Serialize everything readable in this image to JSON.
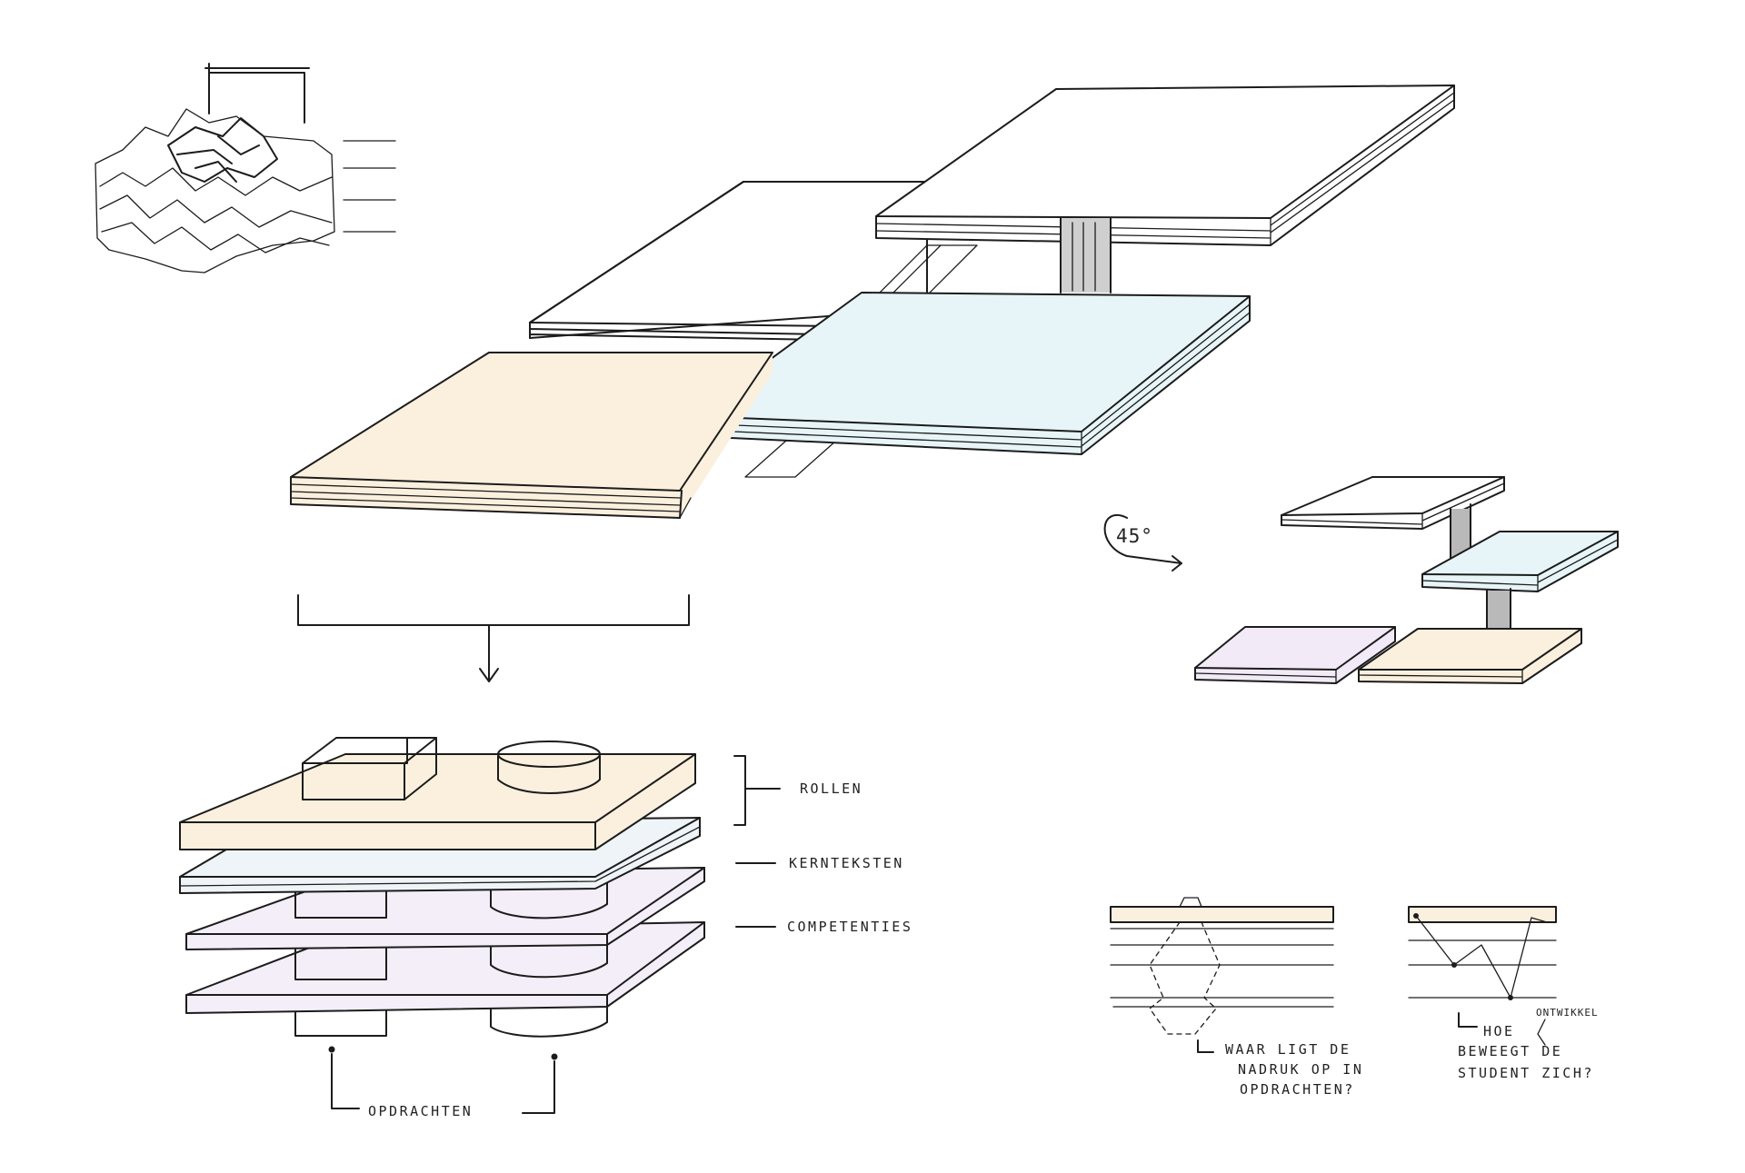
{
  "colors": {
    "ink": "#1c1c1c",
    "white_plate": "#ffffff",
    "peach_plate": "#fbf0de",
    "blue_plate": "#e7f5f8",
    "lilac_plate": "#f2eaf6",
    "pillar": "#c9c9c9",
    "pillar_dark": "#a9a9a9"
  },
  "annotations": {
    "angle": "45°",
    "rollen": "ROLLEN",
    "kernteksten": "KERNTEKSTEN",
    "competenties": "COMPETENTIES",
    "opdrachten": "OPDRACHTEN",
    "waar_line1": "WAAR LIGT DE",
    "waar_line2": "NADRUK OP IN",
    "waar_line3": "OPDRACHTEN?",
    "hoe_line1": "HOE",
    "hoe_line2": "BEWEEGT DE",
    "hoe_line3": "STUDENT ZICH?",
    "ontwikkel": "ONTWIKKEL"
  }
}
